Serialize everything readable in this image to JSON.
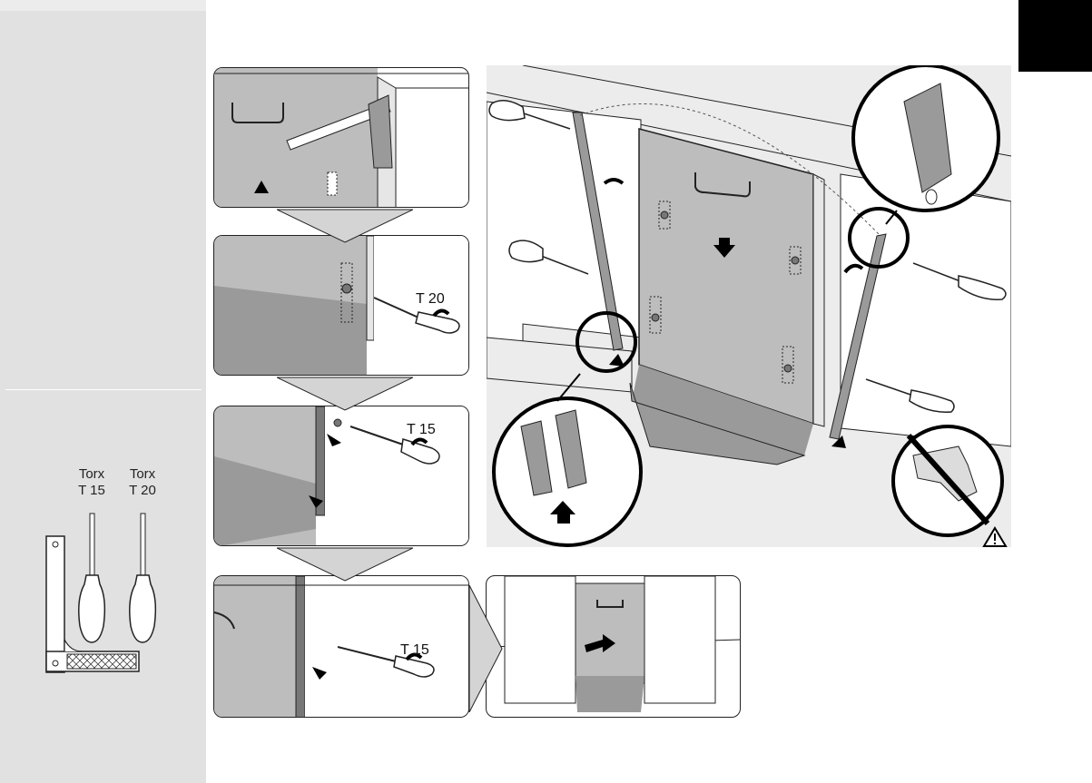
{
  "tools": {
    "torx15": {
      "line1": "Torx",
      "line2": "T 15"
    },
    "torx20": {
      "line1": "Torx",
      "line2": "T 20"
    }
  },
  "steps": {
    "step2_label": "T 20",
    "step3_label": "T 15",
    "step4_label": "T 15"
  },
  "icons": {
    "warning": "warning-triangle-icon",
    "no_drill": "no-drill-icon"
  },
  "colors": {
    "panel_fill": "#bdbdbd",
    "dark_fill": "#9a9a9a",
    "sidebar": "#e1e1e1",
    "scene_bg": "#ececec"
  }
}
